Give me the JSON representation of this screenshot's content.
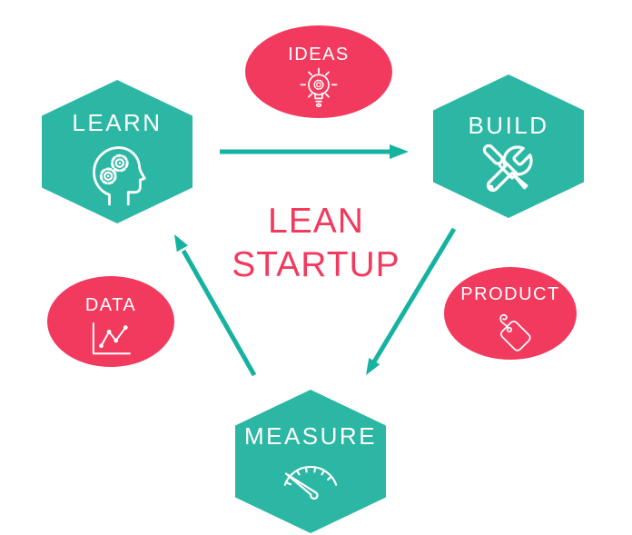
{
  "title": {
    "line1": "LEAN",
    "line2": "STARTUP"
  },
  "colors": {
    "teal": "#2bb7a4",
    "pink": "#f23a5e",
    "arrow": "#16b2a0",
    "label": "#ffffff",
    "background": "#ffffff"
  },
  "nodes": {
    "learn": {
      "label": "LEARN",
      "shape": "hexagon",
      "icon": "head-gears-icon"
    },
    "build": {
      "label": "BUILD",
      "shape": "hexagon",
      "icon": "crossed-tools-icon"
    },
    "measure": {
      "label": "MEASURE",
      "shape": "hexagon",
      "icon": "gauge-icon"
    },
    "ideas": {
      "label": "IDEAS",
      "shape": "ellipse",
      "icon": "lightbulb-gear-icon"
    },
    "data": {
      "label": "DATA",
      "shape": "ellipse",
      "icon": "line-chart-icon"
    },
    "product": {
      "label": "PRODUCT",
      "shape": "ellipse",
      "icon": "price-tag-icon"
    }
  },
  "arrows": [
    {
      "name": "learn-to-build",
      "from": "LEARN",
      "to": "BUILD"
    },
    {
      "name": "build-to-measure",
      "from": "BUILD",
      "to": "MEASURE"
    },
    {
      "name": "measure-to-learn",
      "from": "MEASURE",
      "to": "LEARN"
    }
  ]
}
